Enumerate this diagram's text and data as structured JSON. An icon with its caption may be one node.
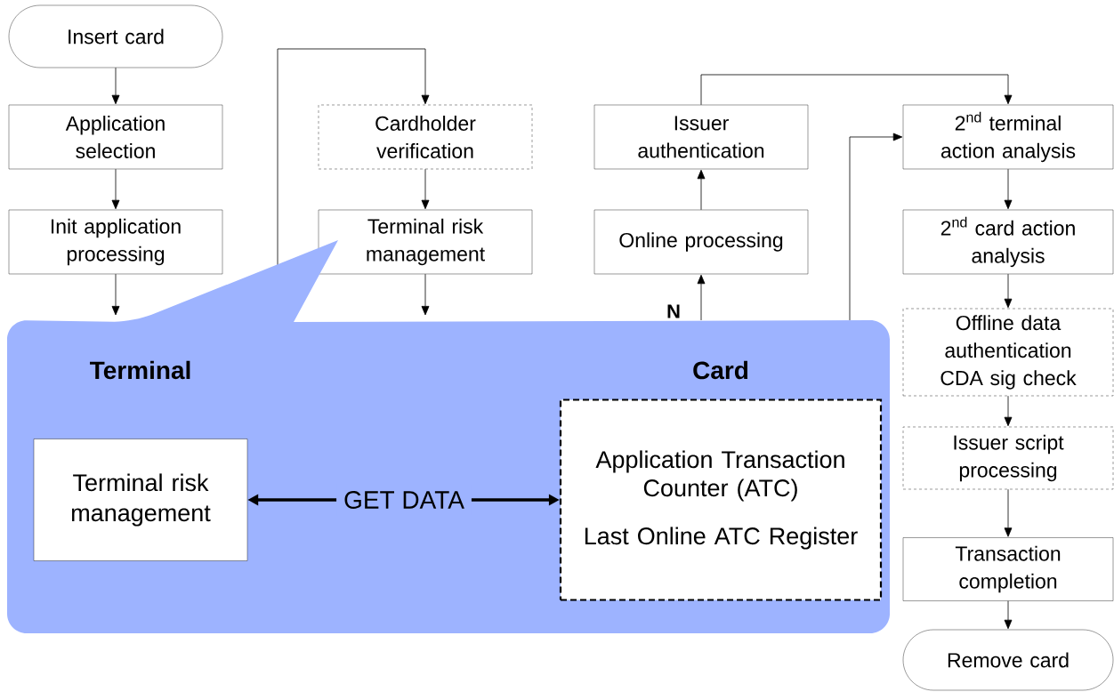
{
  "diagram": {
    "nodes": [
      {
        "text": [
          "Insert card"
        ]
      },
      {
        "text": [
          "Application selection"
        ]
      },
      {
        "text": [
          "Init application processing"
        ]
      },
      {
        "text": [
          "Cardholder verification"
        ]
      },
      {
        "text": [
          "Terminal risk management"
        ]
      },
      {
        "text": [
          "Issuer authentication"
        ]
      },
      {
        "text": [
          "Online processing"
        ]
      },
      {
        "text": [
          "2$^{nd}$ terminal action analysis"
        ]
      },
      {
        "text": [
          "2$^{nd}$ card action analysis"
        ]
      },
      {
        "text": [
          "Offline data authentication CDA sig check"
        ]
      },
      {
        "text": [
          "Issuer script processing"
        ]
      },
      {
        "text": [
          "Transaction completion"
        ]
      },
      {
        "text": [
          "Remove card"
        ]
      },
      {
        "text": [
          "Terminal",
          "Card"
        ]
      },
      {
        "text": [
          "Terminal risk management"
        ],
        "in": 13
      },
      {
        "text": [
          "Application Transaction Counter (ATC)",
          "Last Online ATC Register"
        ],
        "in": 13
      }
    ],
    "edges": [
      {
        "from": 0,
        "to": 1,
        "arrow": "to"
      },
      {
        "from": 1,
        "to": 2,
        "arrow": "to"
      },
      {
        "from": 2,
        "to": 13,
        "arrow": "to"
      },
      {
        "from": 13,
        "to": 3,
        "arrow": "to"
      },
      {
        "from": 3,
        "to": 4,
        "arrow": "to"
      },
      {
        "from": 4,
        "to": 13,
        "arrow": "to"
      },
      {
        "from": 13,
        "to": 6,
        "arrow": "to",
        "label": "N"
      },
      {
        "from": 6,
        "to": 5,
        "arrow": "to"
      },
      {
        "from": 5,
        "to": 7,
        "arrow": "to"
      },
      {
        "from": 13,
        "to": 7,
        "arrow": "to"
      },
      {
        "from": 7,
        "to": 8,
        "arrow": "to"
      },
      {
        "from": 8,
        "to": 9,
        "arrow": "to"
      },
      {
        "from": 9,
        "to": 10,
        "arrow": "to"
      },
      {
        "from": 10,
        "to": 11,
        "arrow": "to"
      },
      {
        "from": 11,
        "to": 12,
        "arrow": "to"
      },
      {
        "from": 14,
        "to": 15,
        "arrow": "both",
        "label": "GET DATA",
        "style": "thick"
      }
    ]
  }
}
